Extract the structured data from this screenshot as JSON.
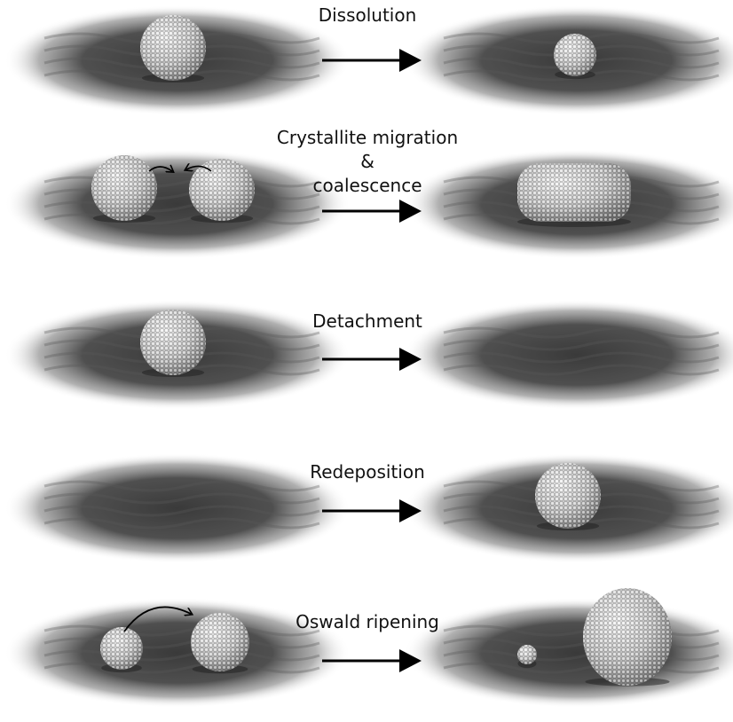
{
  "colors": {
    "substrate": "#3a3a3a",
    "particle": "#d4d4d4",
    "particle_shade": "#6c6c6c",
    "arrow": "#000000"
  },
  "rows": [
    {
      "label_lines": [
        "Dissolution"
      ],
      "before": "single-particle",
      "after": "smaller-particle"
    },
    {
      "label_lines": [
        "Crystallite migration",
        "&",
        "coalescence"
      ],
      "before": "two-particles-migrating",
      "after": "merged-particle"
    },
    {
      "label_lines": [
        "Detachment"
      ],
      "before": "single-particle",
      "after": "empty-support"
    },
    {
      "label_lines": [
        "Redeposition"
      ],
      "before": "empty-support",
      "after": "single-particle"
    },
    {
      "label_lines": [
        "Oswald ripening"
      ],
      "before": "small-and-medium-particles",
      "after": "tiny-and-large-particles"
    }
  ]
}
